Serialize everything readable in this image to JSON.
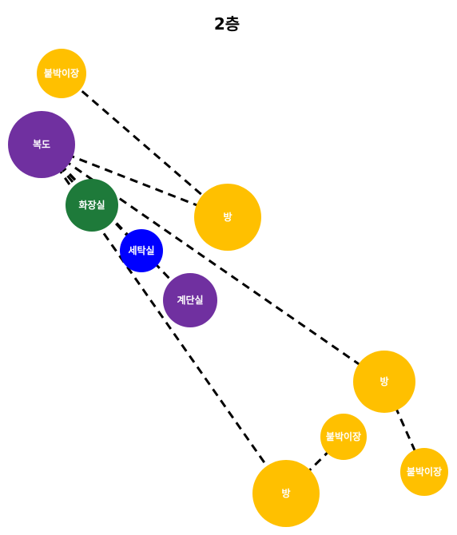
{
  "title": "2층",
  "colors": {
    "yellow": "#FFC000",
    "purple": "#7030A0",
    "green": "#1E7A3A",
    "blue": "#0000FF"
  },
  "nodes": [
    {
      "id": "closet1",
      "label": "붙박이장",
      "color": "yellow"
    },
    {
      "id": "hall",
      "label": "복도",
      "color": "purple"
    },
    {
      "id": "room1",
      "label": "방",
      "color": "yellow"
    },
    {
      "id": "bath",
      "label": "화장실",
      "color": "green"
    },
    {
      "id": "laundry",
      "label": "세탁실",
      "color": "blue"
    },
    {
      "id": "stairs",
      "label": "계단실",
      "color": "purple"
    },
    {
      "id": "room2",
      "label": "방",
      "color": "yellow"
    },
    {
      "id": "closet2",
      "label": "붙박이장",
      "color": "yellow"
    },
    {
      "id": "closet3",
      "label": "붙박이장",
      "color": "yellow"
    },
    {
      "id": "room3",
      "label": "방",
      "color": "yellow"
    }
  ],
  "edges": [
    [
      "closet1",
      "room1"
    ],
    [
      "hall",
      "room1"
    ],
    [
      "hall",
      "bath"
    ],
    [
      "hall",
      "laundry"
    ],
    [
      "hall",
      "stairs"
    ],
    [
      "hall",
      "room2"
    ],
    [
      "hall",
      "room3"
    ],
    [
      "room2",
      "closet3"
    ],
    [
      "room3",
      "closet2"
    ]
  ]
}
